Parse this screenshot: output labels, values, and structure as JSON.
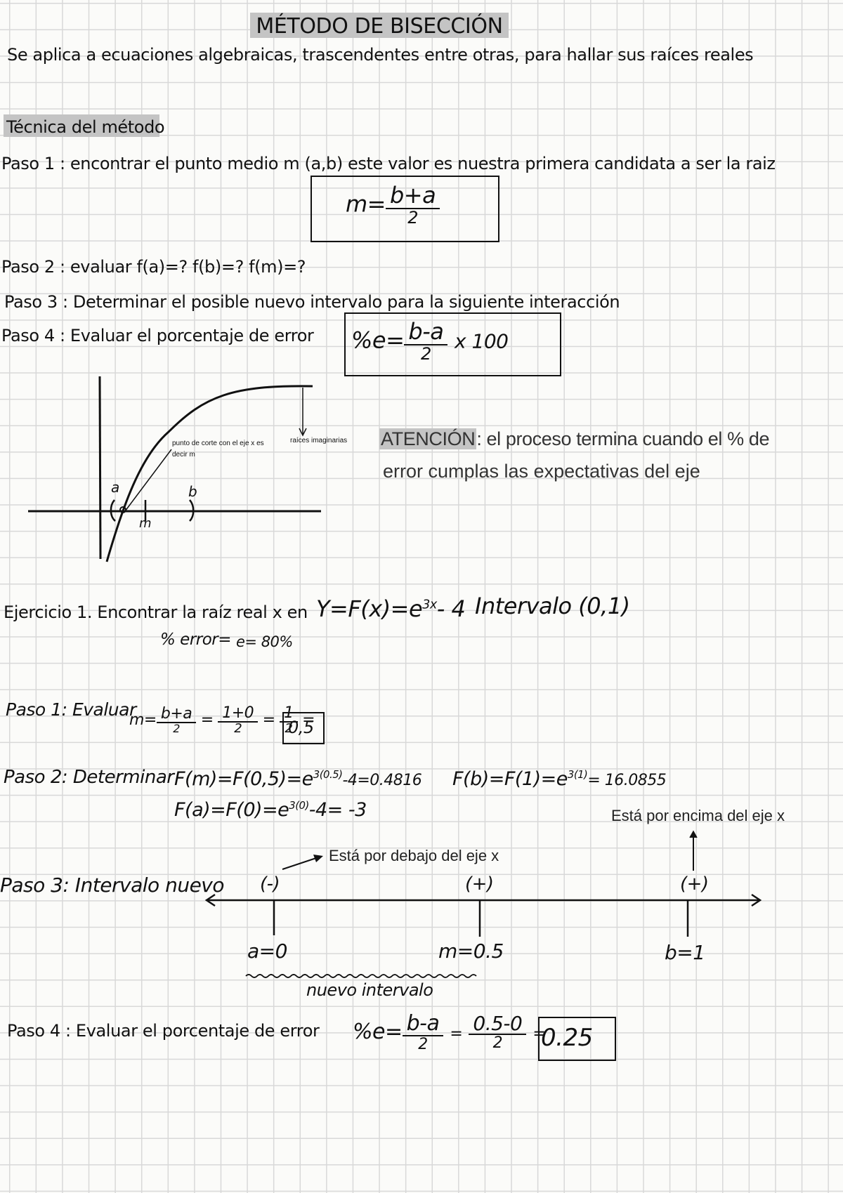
{
  "title": "MÉTODO DE BISECCIÓN",
  "intro": "Se aplica a ecuaciones algebraicas, trascendentes entre otras, para hallar sus raíces reales",
  "section_heading": "Técnica del método",
  "steps": {
    "paso1": "Paso 1 : encontrar el punto medio m (a,b) este valor es nuestra primera candidata a ser la raiz",
    "paso2": "Paso 2 : evaluar f(a)=? f(b)=? f(m)=?",
    "paso3": "Paso 3 : Determinar el posible nuevo intervalo para la siguiente interacción",
    "paso4": "Paso 4 : Evaluar el porcentaje de error"
  },
  "formula_m": {
    "lhs": "m=",
    "num": "b+a",
    "den": "2"
  },
  "formula_e": {
    "lhs": "%e=",
    "num": "b-a",
    "den": "2",
    "tail": "x 100"
  },
  "graph": {
    "label_a": "a",
    "label_b": "b",
    "label_m": "m",
    "annot_cut_1": "punto de corte con el eje x es",
    "annot_cut_2": "decir m",
    "annot_imag": "raíces imaginarias"
  },
  "attention": {
    "label": "ATENCIÓN",
    "line1": ": el proceso termina cuando el % de",
    "line2": "error cumplas las expectativas del eje"
  },
  "exercise": {
    "text": "Ejercicio 1. Encontrar la raíz real x en",
    "function_lhs": "Y=F(x)=e",
    "function_exp": "3x",
    "function_rhs": "- 4",
    "interval": "Intervalo (0,1)",
    "error_label": "% error=",
    "error_value": "e= 80%"
  },
  "solution": {
    "paso1_label": "Paso 1: Evaluar",
    "paso1_m": "m=",
    "paso1_f1_num": "b+a",
    "paso1_f1_den": "2",
    "paso1_eq1": "=",
    "paso1_f2_num": "1+0",
    "paso1_f2_den": "2",
    "paso1_eq2": "=",
    "paso1_f3_num": "1",
    "paso1_f3_den": "2",
    "paso1_eq3": "=",
    "paso1_result": "0,5",
    "paso2_label": "Paso 2: Determinar",
    "fm_lhs": "F(m)=F(0,5)=e",
    "fm_exp": "3(0.5)",
    "fm_rhs": "-4=0.4816",
    "fb_lhs": "F(b)=F(1)=e",
    "fb_exp": "3(1)",
    "fb_rhs": "= 16.0855",
    "fa_lhs": "F(a)=F(0)=e",
    "fa_exp": "3(0)",
    "fa_rhs": "-4= -3",
    "above_note": "Está por encima del eje x",
    "below_note": "Está por debajo del eje x",
    "paso3_label": "Paso 3: Intervalo nuevo",
    "sign_a": "(-)",
    "sign_m": "(+)",
    "sign_b": "(+)",
    "label_a": "a=0",
    "label_m": "m=0.5",
    "label_b": "b=1",
    "new_interval": "nuevo intervalo",
    "paso4_label": "Paso 4 : Evaluar el porcentaje de error",
    "e_lhs": "%e=",
    "e_f1_num": "b-a",
    "e_f1_den": "2",
    "e_eq1": "=",
    "e_f2_num": "0.5-0",
    "e_f2_den": "2",
    "e_eq2": "=",
    "e_result": "0.25"
  }
}
